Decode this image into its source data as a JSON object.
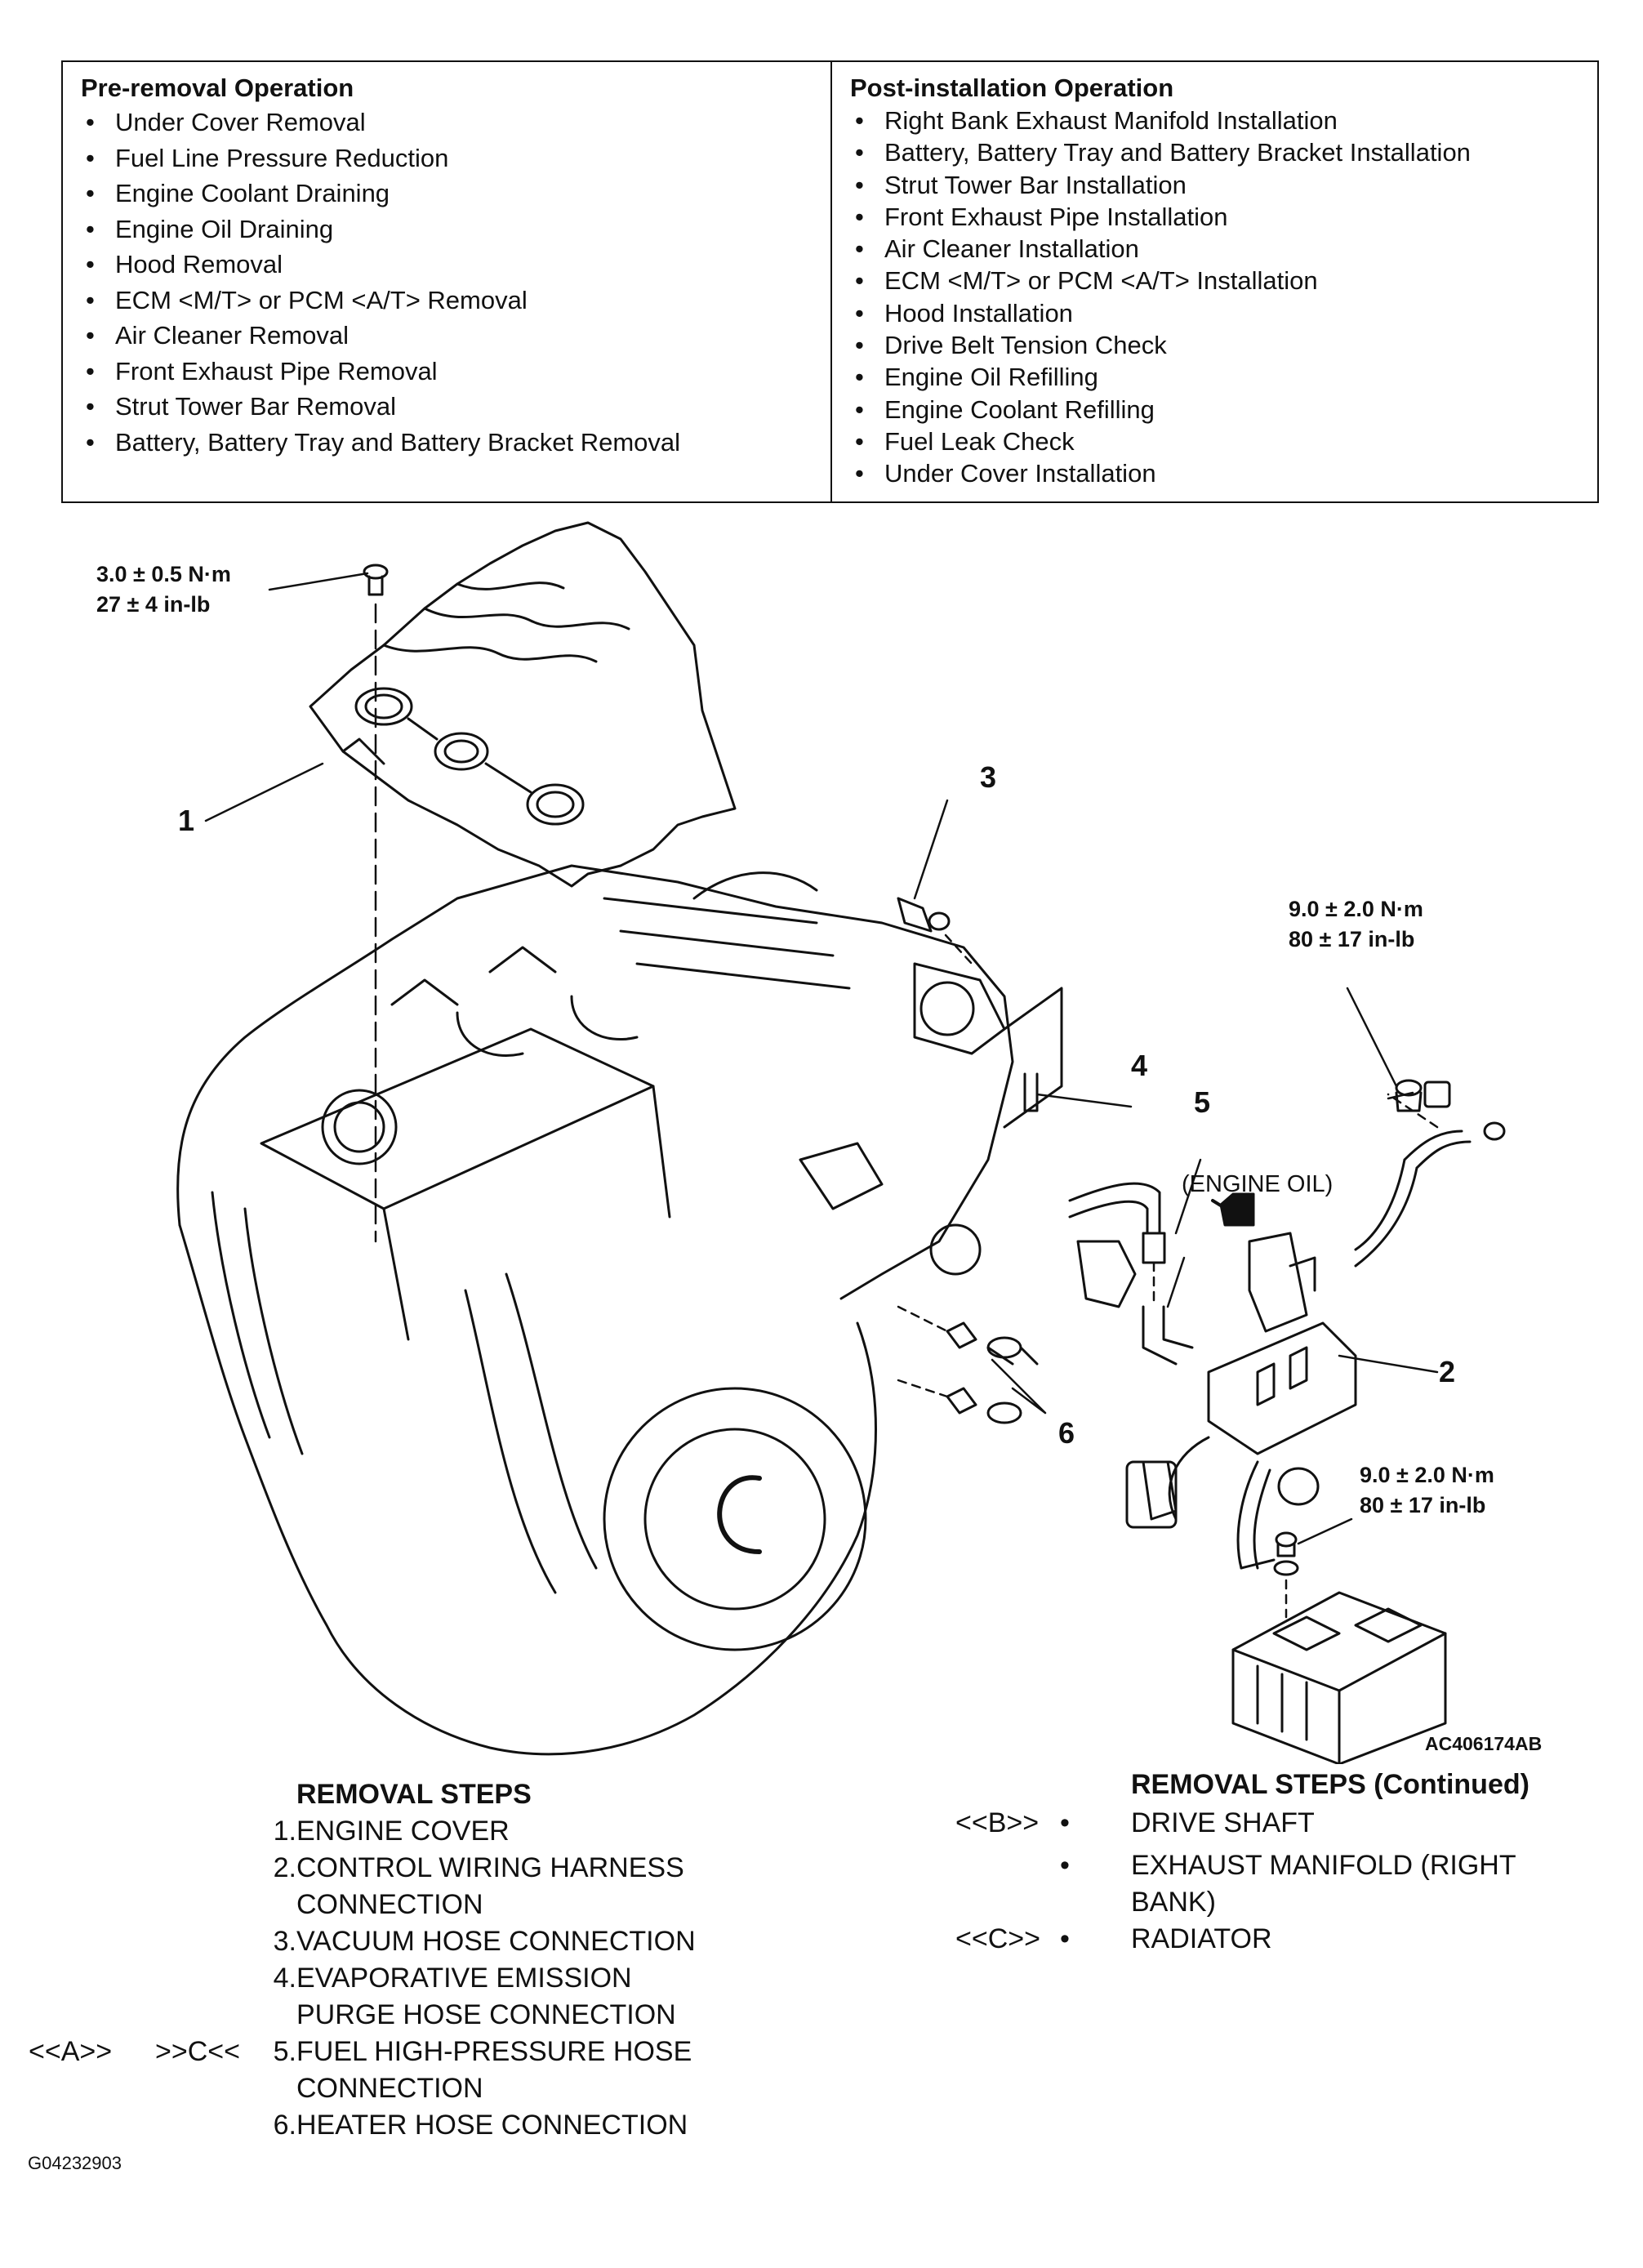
{
  "pre_removal": {
    "title": "Pre-removal Operation",
    "items": [
      "Under Cover Removal",
      "Fuel Line Pressure Reduction",
      "Engine Coolant Draining",
      "Engine Oil Draining",
      "Hood Removal",
      "ECM <M/T> or PCM <A/T> Removal",
      "Air Cleaner Removal",
      "Front Exhaust Pipe Removal",
      "Strut Tower Bar Removal",
      "Battery, Battery Tray and Battery Bracket Removal"
    ]
  },
  "post_installation": {
    "title": "Post-installation Operation",
    "items": [
      "Right Bank Exhaust Manifold Installation",
      "Battery, Battery Tray and Battery Bracket Installation",
      "Strut Tower Bar Installation",
      "Front Exhaust Pipe Installation",
      "Air Cleaner Installation",
      "ECM <M/T> or PCM <A/T> Installation",
      "Hood Installation",
      "Drive Belt Tension Check",
      "Engine Oil Refilling",
      "Engine Coolant Refilling",
      "Fuel Leak Check",
      "Under Cover Installation"
    ]
  },
  "diagram": {
    "torque_cover": [
      "3.0 ± 0.5 N·m",
      "27 ± 4 in-lb"
    ],
    "torque_harness_top": [
      "9.0 ± 2.0 N·m",
      "80 ± 17 in-lb"
    ],
    "torque_harness_bottom": [
      "9.0 ± 2.0 N·m",
      "80 ± 17 in-lb"
    ],
    "callouts": [
      "1",
      "2",
      "3",
      "4",
      "5",
      "6"
    ],
    "engine_oil_note": "(ENGINE OIL)",
    "figure_id": "AC406174AB"
  },
  "removal_steps": {
    "title": "REMOVAL STEPS",
    "steps": [
      {
        "num": "1.",
        "text": "ENGINE COVER"
      },
      {
        "num": "2.",
        "text": "CONTROL WIRING HARNESS"
      },
      {
        "num": "",
        "text": "CONNECTION"
      },
      {
        "num": "3.",
        "text": "VACUUM HOSE CONNECTION"
      },
      {
        "num": "4.",
        "text": "EVAPORATIVE EMISSION"
      },
      {
        "num": "",
        "text": "PURGE HOSE CONNECTION"
      },
      {
        "num": "5.",
        "text": "FUEL HIGH-PRESSURE HOSE"
      },
      {
        "num": "",
        "text": "CONNECTION"
      },
      {
        "num": "6.",
        "text": "HEATER HOSE CONNECTION"
      }
    ],
    "step5_refs": [
      "<<A>>",
      ">>C<<"
    ]
  },
  "removal_steps_continued": {
    "title": "REMOVAL STEPS (Continued)",
    "items": [
      {
        "ref": "<<B>>",
        "text": "DRIVE SHAFT"
      },
      {
        "ref": "",
        "text": "EXHAUST MANIFOLD (RIGHT"
      },
      {
        "ref": "",
        "text": "BANK)"
      },
      {
        "ref": "<<C>>",
        "text": "RADIATOR"
      }
    ],
    "bullet": "•"
  },
  "footer_code": "G04232903"
}
